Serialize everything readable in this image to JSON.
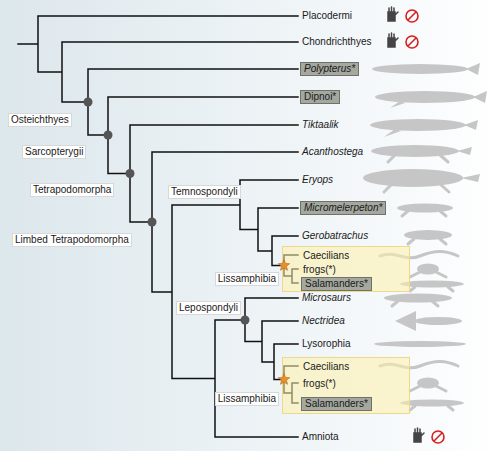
{
  "diagram": {
    "nodes": [
      {
        "text": [
          "Polypterus*"
        ]
      },
      {
        "text": [
          "Dipnoi*"
        ]
      },
      {
        "text": [
          "Micromelerpeton*"
        ]
      },
      {
        "text": [
          "Lissamphibia",
          "Caecilians",
          "frogs(*)"
        ]
      },
      {
        "text": [
          "Salamanders*"
        ],
        "in": 3
      },
      {
        "text": [
          "Lissamphibia",
          "Caecilians",
          "frogs(*)"
        ]
      },
      {
        "text": [
          "Salamanders*"
        ],
        "in": 5
      }
    ],
    "labels": [
      "Placodermi",
      "Chondrichthyes",
      "Tiktaalik",
      "Acanthostega",
      "Osteichthyes",
      "Sarcopterygii",
      "Eryops",
      "Temnospondyli",
      "Tetrapodomorpha",
      "Gerobatrachus",
      "Limbed Tetrapodomorpha",
      "Lepospondyli",
      "Microsaurs",
      "Nectridea",
      "Lysorophia",
      "Amniota"
    ]
  }
}
